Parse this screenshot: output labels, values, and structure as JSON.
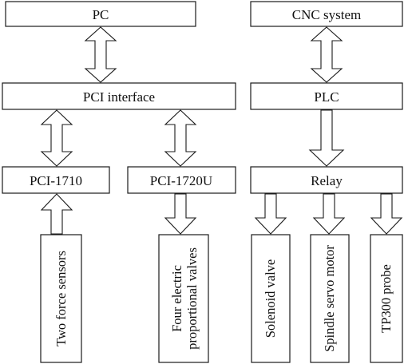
{
  "boxes": {
    "pc": "PC",
    "pci_interface": "PCI interface",
    "pci_1710": "PCI-1710",
    "pci_1720u": "PCI-1720U",
    "cnc_system": "CNC system",
    "plc": "PLC",
    "relay": "Relay"
  },
  "outputs": {
    "two_force_sensors": "Two force sensors",
    "four_valves_line1": "Four electric",
    "four_valves_line2": "proportional valves",
    "solenoid_valve": "Solenoid valve",
    "spindle_servo_motor": "Spindle servo motor",
    "tp300_probe": "TP300 probe"
  }
}
